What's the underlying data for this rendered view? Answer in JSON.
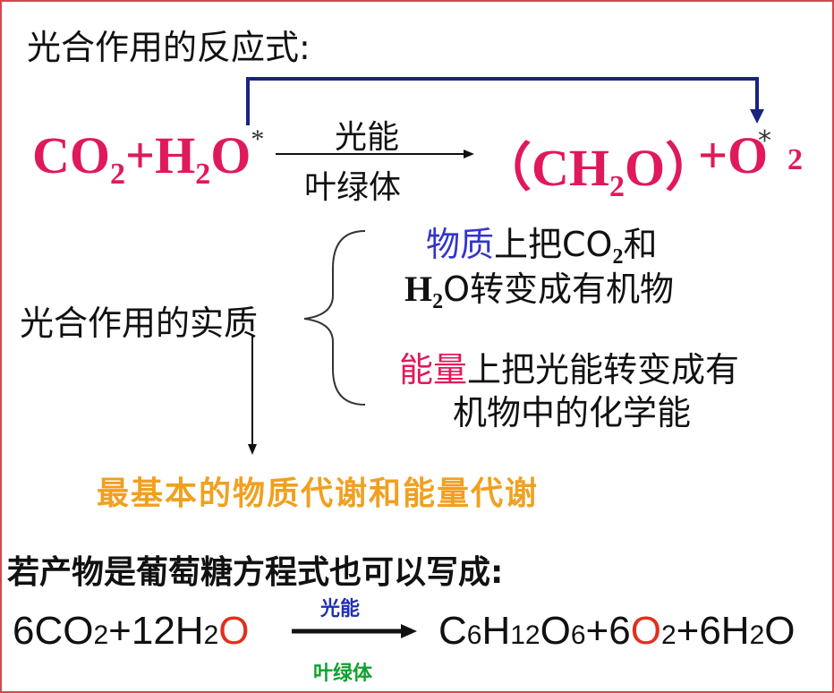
{
  "title_reaction": "光合作用的反应式:",
  "eq1": {
    "co": "CO",
    "sub2": "2",
    "plus": "+",
    "h": "H",
    "o": "O",
    "star": "*",
    "light": "光能",
    "chlorophyll": "叶绿体",
    "product_open": "（CH",
    "product_o": "O）",
    "o2_prefix": "+O",
    "o2_star": "*",
    "o2_sub": "2"
  },
  "essence_label": "光合作用的实质",
  "matter": {
    "key": "物质",
    "line1_rest": "上把CO",
    "line1_sub": "2",
    "line1_tail": "和",
    "line2_h": "H",
    "line2_sub": "2",
    "line2_rest": "O转变成有机物"
  },
  "energy": {
    "key": "能量",
    "line1_rest": "上把光能转变成有",
    "line2": "机物中的化学能"
  },
  "conclusion": "最基本的物质代谢和能量代谢",
  "title_glucose": "若产物是葡萄糖方程式也可以写成:",
  "eq2": {
    "left_a": "6CO",
    "left_a_sub": "2",
    "left_b": "+12H",
    "left_b_sub": "2",
    "left_o": "O",
    "light": "光能",
    "chlorophyll": "叶绿体",
    "r_c": "C",
    "r_c_sub": "6",
    "r_h": "H",
    "r_h_sub": "12",
    "r_o": "O",
    "r_o_sub": "6",
    "r_plus6": "+6",
    "r_o2": "O",
    "r_o2_sub": "2",
    "r_tail": "+6H",
    "r_tail_sub": "2",
    "r_tail_o": "O"
  },
  "colors": {
    "border": "#d9454f",
    "formula_pink": "#e0195a",
    "arrow_navy": "#1a237e",
    "matter_blue": "#3333cc",
    "conclusion_orange": "#f0a020",
    "oxygen_red": "#e03020",
    "light_blue": "#2030b0",
    "chloro_green": "#10a030"
  }
}
